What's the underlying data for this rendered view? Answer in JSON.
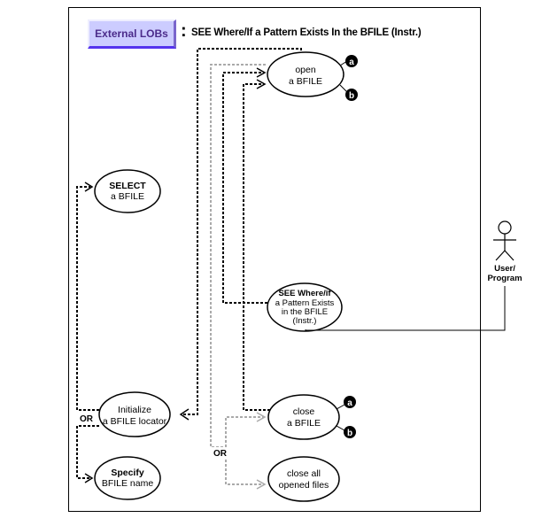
{
  "header": {
    "button_label": "External LOBs",
    "colon": ":",
    "title": "SEE Where/If a Pattern Exists In the BFILE (Instr.)"
  },
  "colors": {
    "button_face": "#ccccff",
    "button_text": "#4b2b8a",
    "line_black": "#000000",
    "line_gray": "#aaaaaa"
  },
  "use_cases": {
    "open": {
      "line1": "open",
      "line2": "a BFILE"
    },
    "select": {
      "line1": "SELECT",
      "line2": "a BFILE"
    },
    "see": {
      "line1": "SEE Where/if",
      "line2": "a Pattern Exists",
      "line3": "in the BFILE",
      "line4": "(Instr.)"
    },
    "initialize": {
      "line1": "Initialize",
      "line2": "a BFILE locator"
    },
    "specify": {
      "line1": "Specify",
      "line2": "BFILE name"
    },
    "close": {
      "line1": "close",
      "line2": "a BFILE"
    },
    "close_all": {
      "line1": "close all",
      "line2": "opened files"
    }
  },
  "badges": {
    "a": "a",
    "b": "b"
  },
  "or_labels": {
    "left": "OR",
    "right": "OR"
  },
  "actor": {
    "line1": "User/",
    "line2": "Program"
  }
}
